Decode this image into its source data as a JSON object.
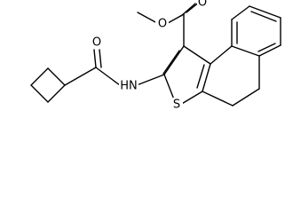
{
  "molecule": {
    "atoms": {
      "ester_methyl_O": "O",
      "ester_carbonyl_O": "O",
      "amide_carbonyl_O": "O",
      "amide_N": "HN",
      "thiophene_S": "S"
    }
  }
}
